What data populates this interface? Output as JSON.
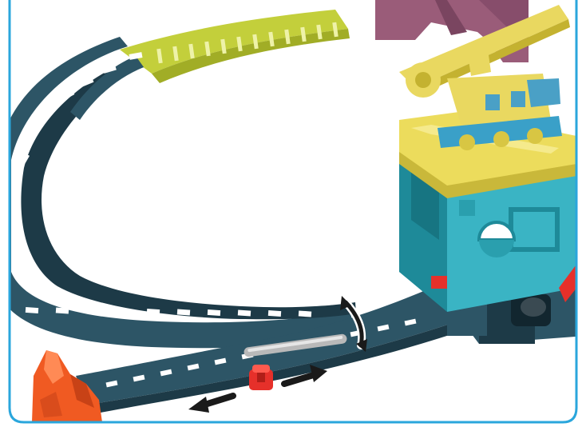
{
  "frame": {
    "border_color": "#2aa6dc"
  },
  "colors": {
    "track_main": "#2d5566",
    "track_dark": "#1d3a47",
    "track_slot": "#ffffff",
    "track_green": "#c3cf3b",
    "track_green_dark": "#a1ad26",
    "tower_teal": "#3ab4c4",
    "tower_teal_dark": "#1e8a99",
    "roof_yellow": "#ecdc5c",
    "crane_yellow": "#e9d860",
    "crane_cabin_blue": "#4aa0c6",
    "building_purple": "#9a5c79",
    "buffer_orange": "#f05a22",
    "switch_red": "#e6302a",
    "switch_bar_gray": "#b9b9b9",
    "arrow_black": "#1a1a1a"
  },
  "parts": {
    "upper_track": "green-track-section",
    "main_track": "oval-track",
    "junction": "track-switch",
    "buffer": "track-end-buffer",
    "tower": "crane-tower",
    "crane": "yellow-crane"
  },
  "indicators": {
    "switch_lever_motion": "double-headed-horizontal-arrows",
    "switch_point_motion": "double-headed-curved-arrow"
  }
}
